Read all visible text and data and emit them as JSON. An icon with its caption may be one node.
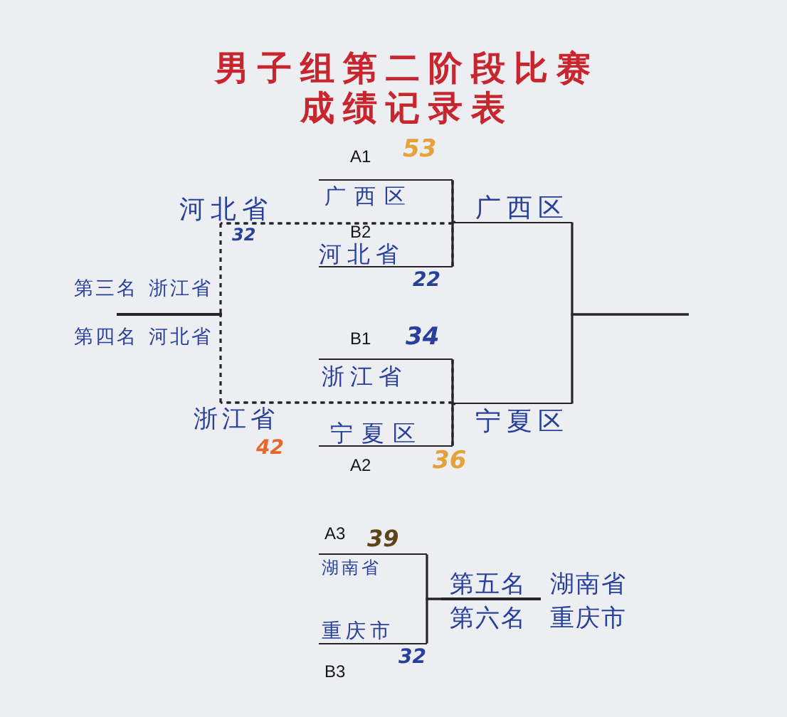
{
  "diagram": {
    "title": "男子组第二阶段比赛成绩记录表",
    "nodes": [
      {
        "text": [
          "广西区"
        ],
        "beside": [
          "A1",
          "53"
        ]
      },
      {
        "text": [
          "河北省"
        ],
        "beside": [
          "B2",
          "22"
        ]
      },
      {
        "text": [
          "浙江省"
        ],
        "beside": [
          "B1",
          "34"
        ]
      },
      {
        "text": [
          "宁夏区"
        ],
        "beside": [
          "A2",
          "36"
        ]
      },
      {
        "text": [
          "广西区"
        ]
      },
      {
        "text": [
          "宁夏区"
        ]
      },
      {
        "text": [
          "河北省"
        ],
        "beside": [
          "32"
        ]
      },
      {
        "text": [
          "浙江省"
        ],
        "beside": [
          "42"
        ]
      },
      {
        "text": [
          "第三名 浙江省",
          "第四名 河北省"
        ]
      },
      {
        "text": [
          "湖南省"
        ],
        "beside": [
          "A3",
          "39"
        ]
      },
      {
        "text": [
          "重庆市"
        ],
        "beside": [
          "B3",
          "32"
        ]
      },
      {
        "text": [
          "第五名 湖南省",
          "第六名 重庆市"
        ]
      }
    ],
    "edges": [
      {
        "from": 0,
        "to": 4,
        "arrow": "none"
      },
      {
        "from": 1,
        "to": 4,
        "arrow": "none"
      },
      {
        "from": 2,
        "to": 5,
        "arrow": "none"
      },
      {
        "from": 3,
        "to": 5,
        "arrow": "none"
      },
      {
        "from": 4,
        "to": null,
        "arrow": "none"
      },
      {
        "from": 5,
        "to": null,
        "arrow": "none"
      },
      {
        "from": 0,
        "to": 6,
        "arrow": "none",
        "style": "dashed"
      },
      {
        "from": 1,
        "to": 6,
        "arrow": "none",
        "style": "dashed"
      },
      {
        "from": 2,
        "to": 7,
        "arrow": "none",
        "style": "dashed"
      },
      {
        "from": 3,
        "to": 7,
        "arrow": "none",
        "style": "dashed"
      },
      {
        "from": 6,
        "to": 8,
        "arrow": "none",
        "style": "dashed"
      },
      {
        "from": 7,
        "to": 8,
        "arrow": "none",
        "style": "dashed"
      },
      {
        "from": 9,
        "to": 11,
        "arrow": "none"
      },
      {
        "from": 10,
        "to": 11,
        "arrow": "none"
      }
    ]
  }
}
